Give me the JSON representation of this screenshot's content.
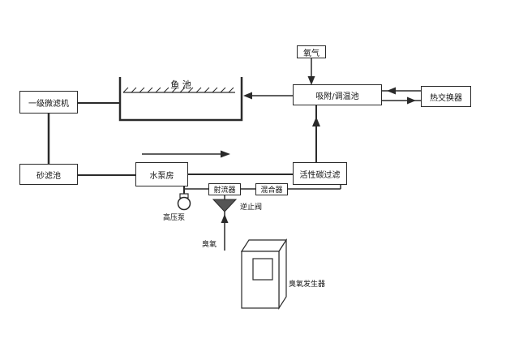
{
  "diagram": {
    "type": "process-flow-diagram",
    "description_labels": {
      "oxygen": "氧气",
      "fish_pond": "鱼 池",
      "micro_filter": "一级微滤机",
      "adsorption_pool": "吸附/调温池",
      "heat_exchanger": "热交换器",
      "sand_filter": "砂滤池",
      "pump_room": "水泵房",
      "carbon_filter": "活性碳过滤",
      "jet_device": "射流器",
      "mixer": "混合器",
      "hp_pump": "高压泵",
      "check_valve": "逆止阀",
      "ozone": "臭氧",
      "ozone_generator": "臭氧发生器"
    },
    "colors": {
      "line": "#2a2a2a",
      "box_border": "#2a2a2a",
      "background": "#ffffff",
      "text": "#111111",
      "valve_fill": "#555555"
    }
  }
}
